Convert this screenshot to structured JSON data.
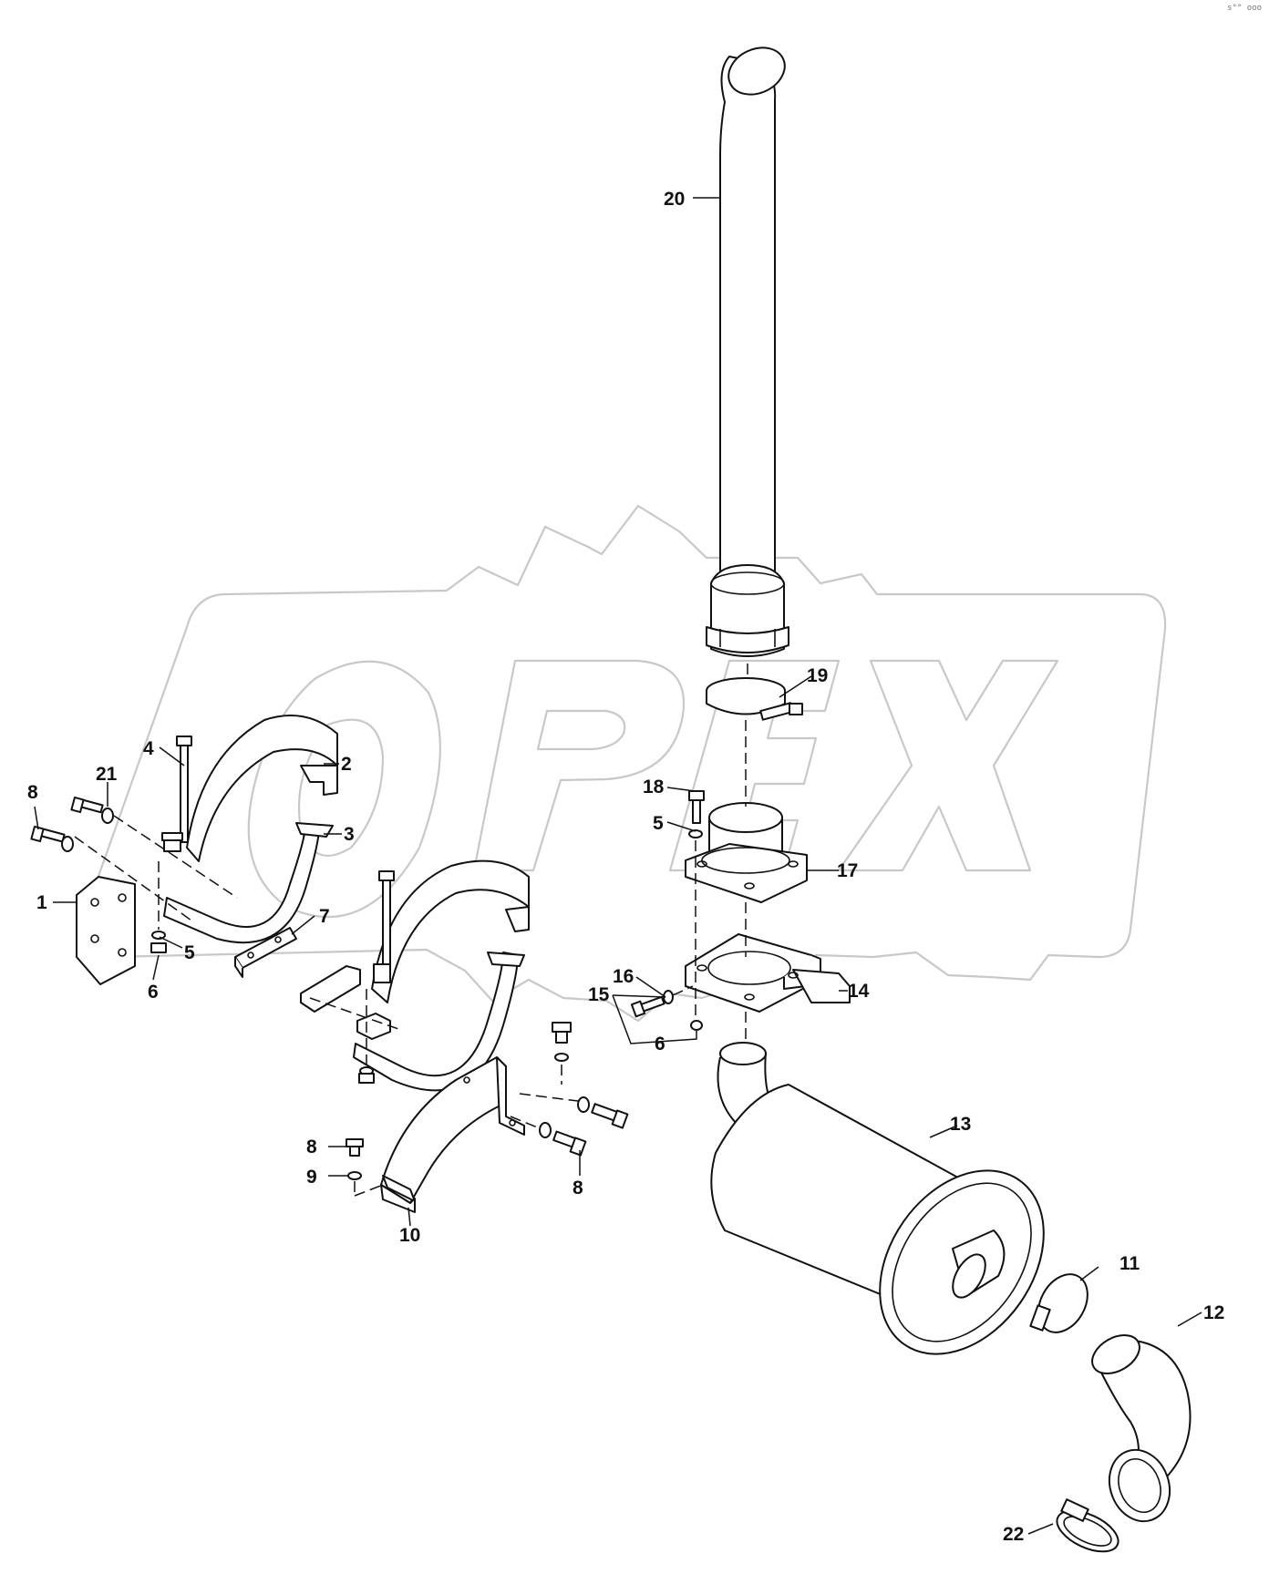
{
  "diagram": {
    "type": "exploded-parts-diagram",
    "watermark_text": "OPEX",
    "corner_mark": "s°° ooo",
    "colors": {
      "line": "#111111",
      "watermark": "#c8c8c8",
      "background": "#ffffff"
    }
  },
  "callouts": [
    {
      "id": "c1",
      "text": "1"
    },
    {
      "id": "c2",
      "text": "2"
    },
    {
      "id": "c3",
      "text": "3"
    },
    {
      "id": "c4",
      "text": "4"
    },
    {
      "id": "c5a",
      "text": "5"
    },
    {
      "id": "c5b",
      "text": "5"
    },
    {
      "id": "c6a",
      "text": "6"
    },
    {
      "id": "c6b",
      "text": "6"
    },
    {
      "id": "c7",
      "text": "7"
    },
    {
      "id": "c8a",
      "text": "8"
    },
    {
      "id": "c8b",
      "text": "8"
    },
    {
      "id": "c8c",
      "text": "8"
    },
    {
      "id": "c9",
      "text": "9"
    },
    {
      "id": "c10",
      "text": "10"
    },
    {
      "id": "c11",
      "text": "11"
    },
    {
      "id": "c12",
      "text": "12"
    },
    {
      "id": "c13",
      "text": "13"
    },
    {
      "id": "c14",
      "text": "14"
    },
    {
      "id": "c15",
      "text": "15"
    },
    {
      "id": "c16",
      "text": "16"
    },
    {
      "id": "c17",
      "text": "17"
    },
    {
      "id": "c18",
      "text": "18"
    },
    {
      "id": "c19",
      "text": "19"
    },
    {
      "id": "c20",
      "text": "20"
    },
    {
      "id": "c21",
      "text": "21"
    },
    {
      "id": "c22",
      "text": "22"
    }
  ]
}
